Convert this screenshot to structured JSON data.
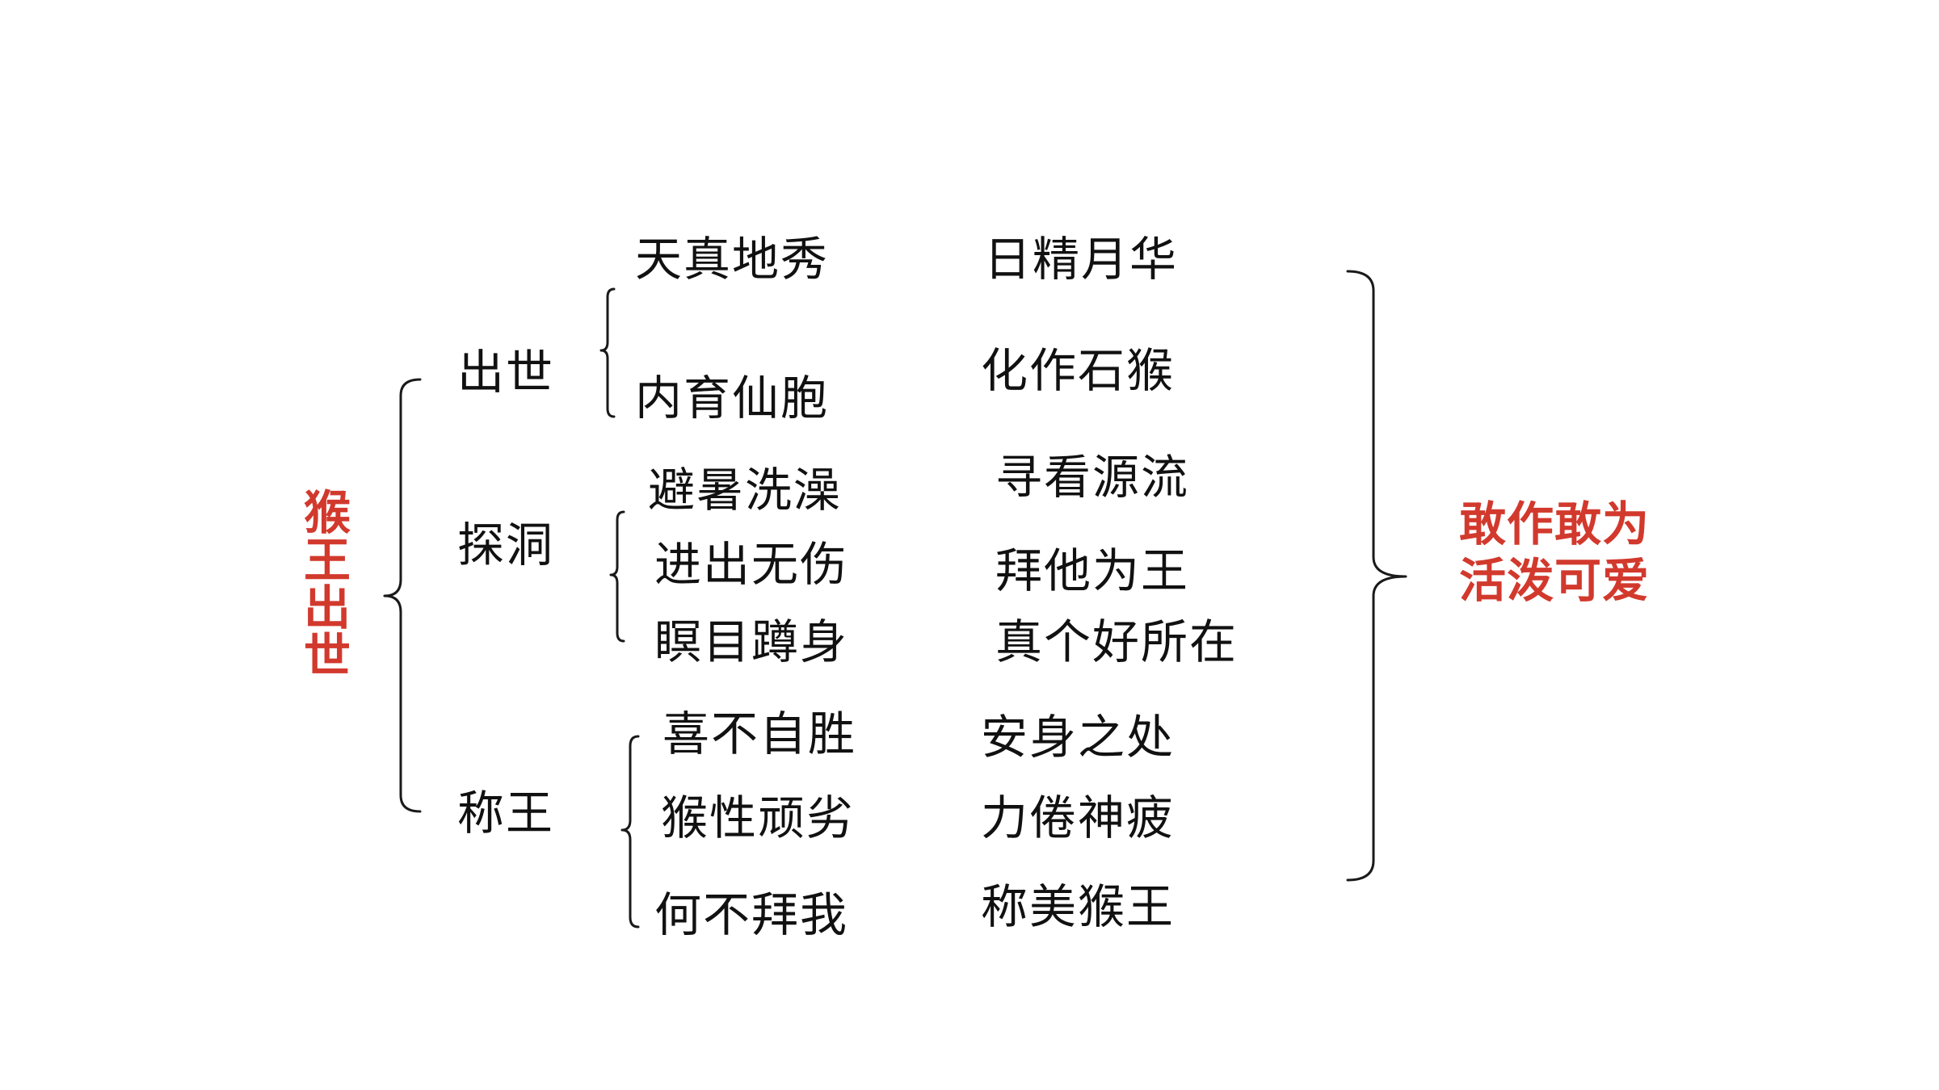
{
  "root": {
    "label": "猴王出世"
  },
  "branches": [
    {
      "label": "出世",
      "events": [
        {
          "left": "天真地秀",
          "right": "日精月华"
        },
        {
          "left": "内育仙胞",
          "right": "化作石猴"
        }
      ]
    },
    {
      "label": "探洞",
      "events": [
        {
          "left": "避暑洗澡",
          "right": "寻看源流"
        },
        {
          "left": "进出无伤",
          "right": "拜他为王"
        },
        {
          "left": "瞑目蹲身",
          "right": "真个好所在"
        }
      ]
    },
    {
      "label": "称王",
      "events": [
        {
          "left": "喜不自胜",
          "right": "安身之处"
        },
        {
          "left": "猴性顽劣",
          "right": "力倦神疲"
        },
        {
          "left": "何不拜我",
          "right": "称美猴王"
        }
      ]
    }
  ],
  "conclusion": {
    "line1": "敢作敢为",
    "line2": "活泼可爱"
  },
  "colors": {
    "accent": "#d2392d",
    "text": "#111111",
    "background": "#ffffff"
  }
}
